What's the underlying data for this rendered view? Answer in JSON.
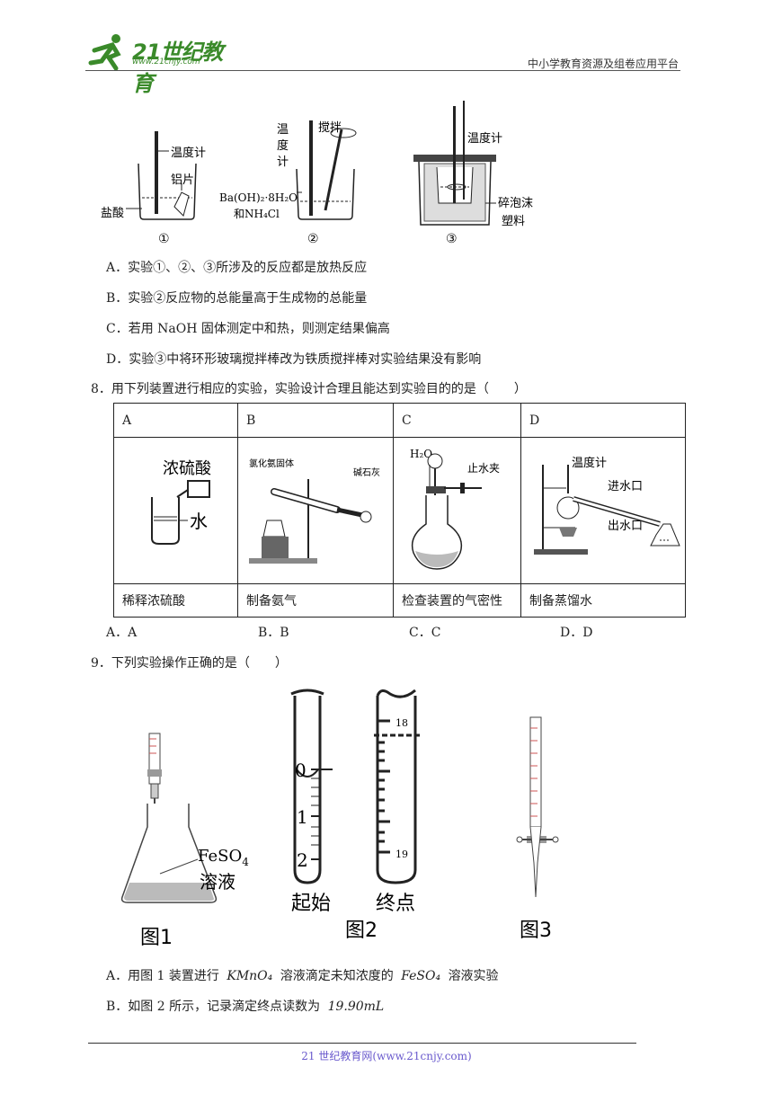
{
  "header": {
    "logo_text": "21世纪教育",
    "logo_url": "www.21cnjy.com",
    "platform": "中小学教育资源及组卷应用平台"
  },
  "figure7": {
    "labels": {
      "thermometer": "温度计",
      "aluminum": "铝片",
      "hcl": "盐酸",
      "stir": "搅拌",
      "thermo_vertical": [
        "温",
        "度",
        "计"
      ],
      "baoh": "Ba(OH)₂·8H₂O",
      "nh4cl": "和NH₄Cl",
      "foam": "碎泡沫",
      "plastic": "塑料",
      "n1": "①",
      "n2": "②",
      "n3": "③"
    }
  },
  "q7_options": [
    "A．实验①、②、③所涉及的反应都是放热反应",
    "B．实验②反应物的总能量高于生成物的总能量",
    "C．若用 NaOH 固体测定中和热，则测定结果偏高",
    "D．实验③中将环形玻璃搅拌棒改为铁质搅拌棒对实验结果没有影响"
  ],
  "q8": {
    "title": "8．用下列装置进行相应的实验，实验设计合理且能达到实验目的的是（　　）",
    "headers": [
      "A",
      "B",
      "C",
      "D"
    ],
    "captions": [
      "稀释浓硫酸",
      "制备氨气",
      "检查装置的气密性",
      "制备蒸馏水"
    ],
    "fig_labels": {
      "a_acid": "浓硫酸",
      "a_water": "水",
      "b_solid": "氯化氨固体",
      "b_lime": "碱石灰",
      "c_h2o": "H₂O",
      "c_clamp": "止水夹",
      "d_thermo": "温度计",
      "d_in": "进水口",
      "d_out": "出水口"
    },
    "options": [
      "A．A",
      "B．B",
      "C．C",
      "D．D"
    ]
  },
  "q9": {
    "title": "9．下列实验操作正确的是（　　）",
    "fig_labels": {
      "feso4": "FeSO",
      "feso4_sub": "4",
      "solution": "溶液",
      "start": "起始",
      "end": "终点",
      "fig1": "图1",
      "fig2": "图2",
      "fig3": "图3",
      "tick0": "0",
      "tick1": "1",
      "tick2": "2",
      "tick18": "18",
      "tick19": "19"
    },
    "option_a": {
      "prefix": "A．用图 1 装置进行",
      "reagent1": "KMnO₄",
      "mid": "溶液滴定未知浓度的",
      "reagent2": "FeSO₄",
      "suffix": "溶液实验"
    },
    "option_b": {
      "prefix": "B．如图 2 所示，记录滴定终点读数为",
      "value": "19.90mL"
    }
  },
  "footer": "21 世纪教育网(www.21cnjy.com)"
}
